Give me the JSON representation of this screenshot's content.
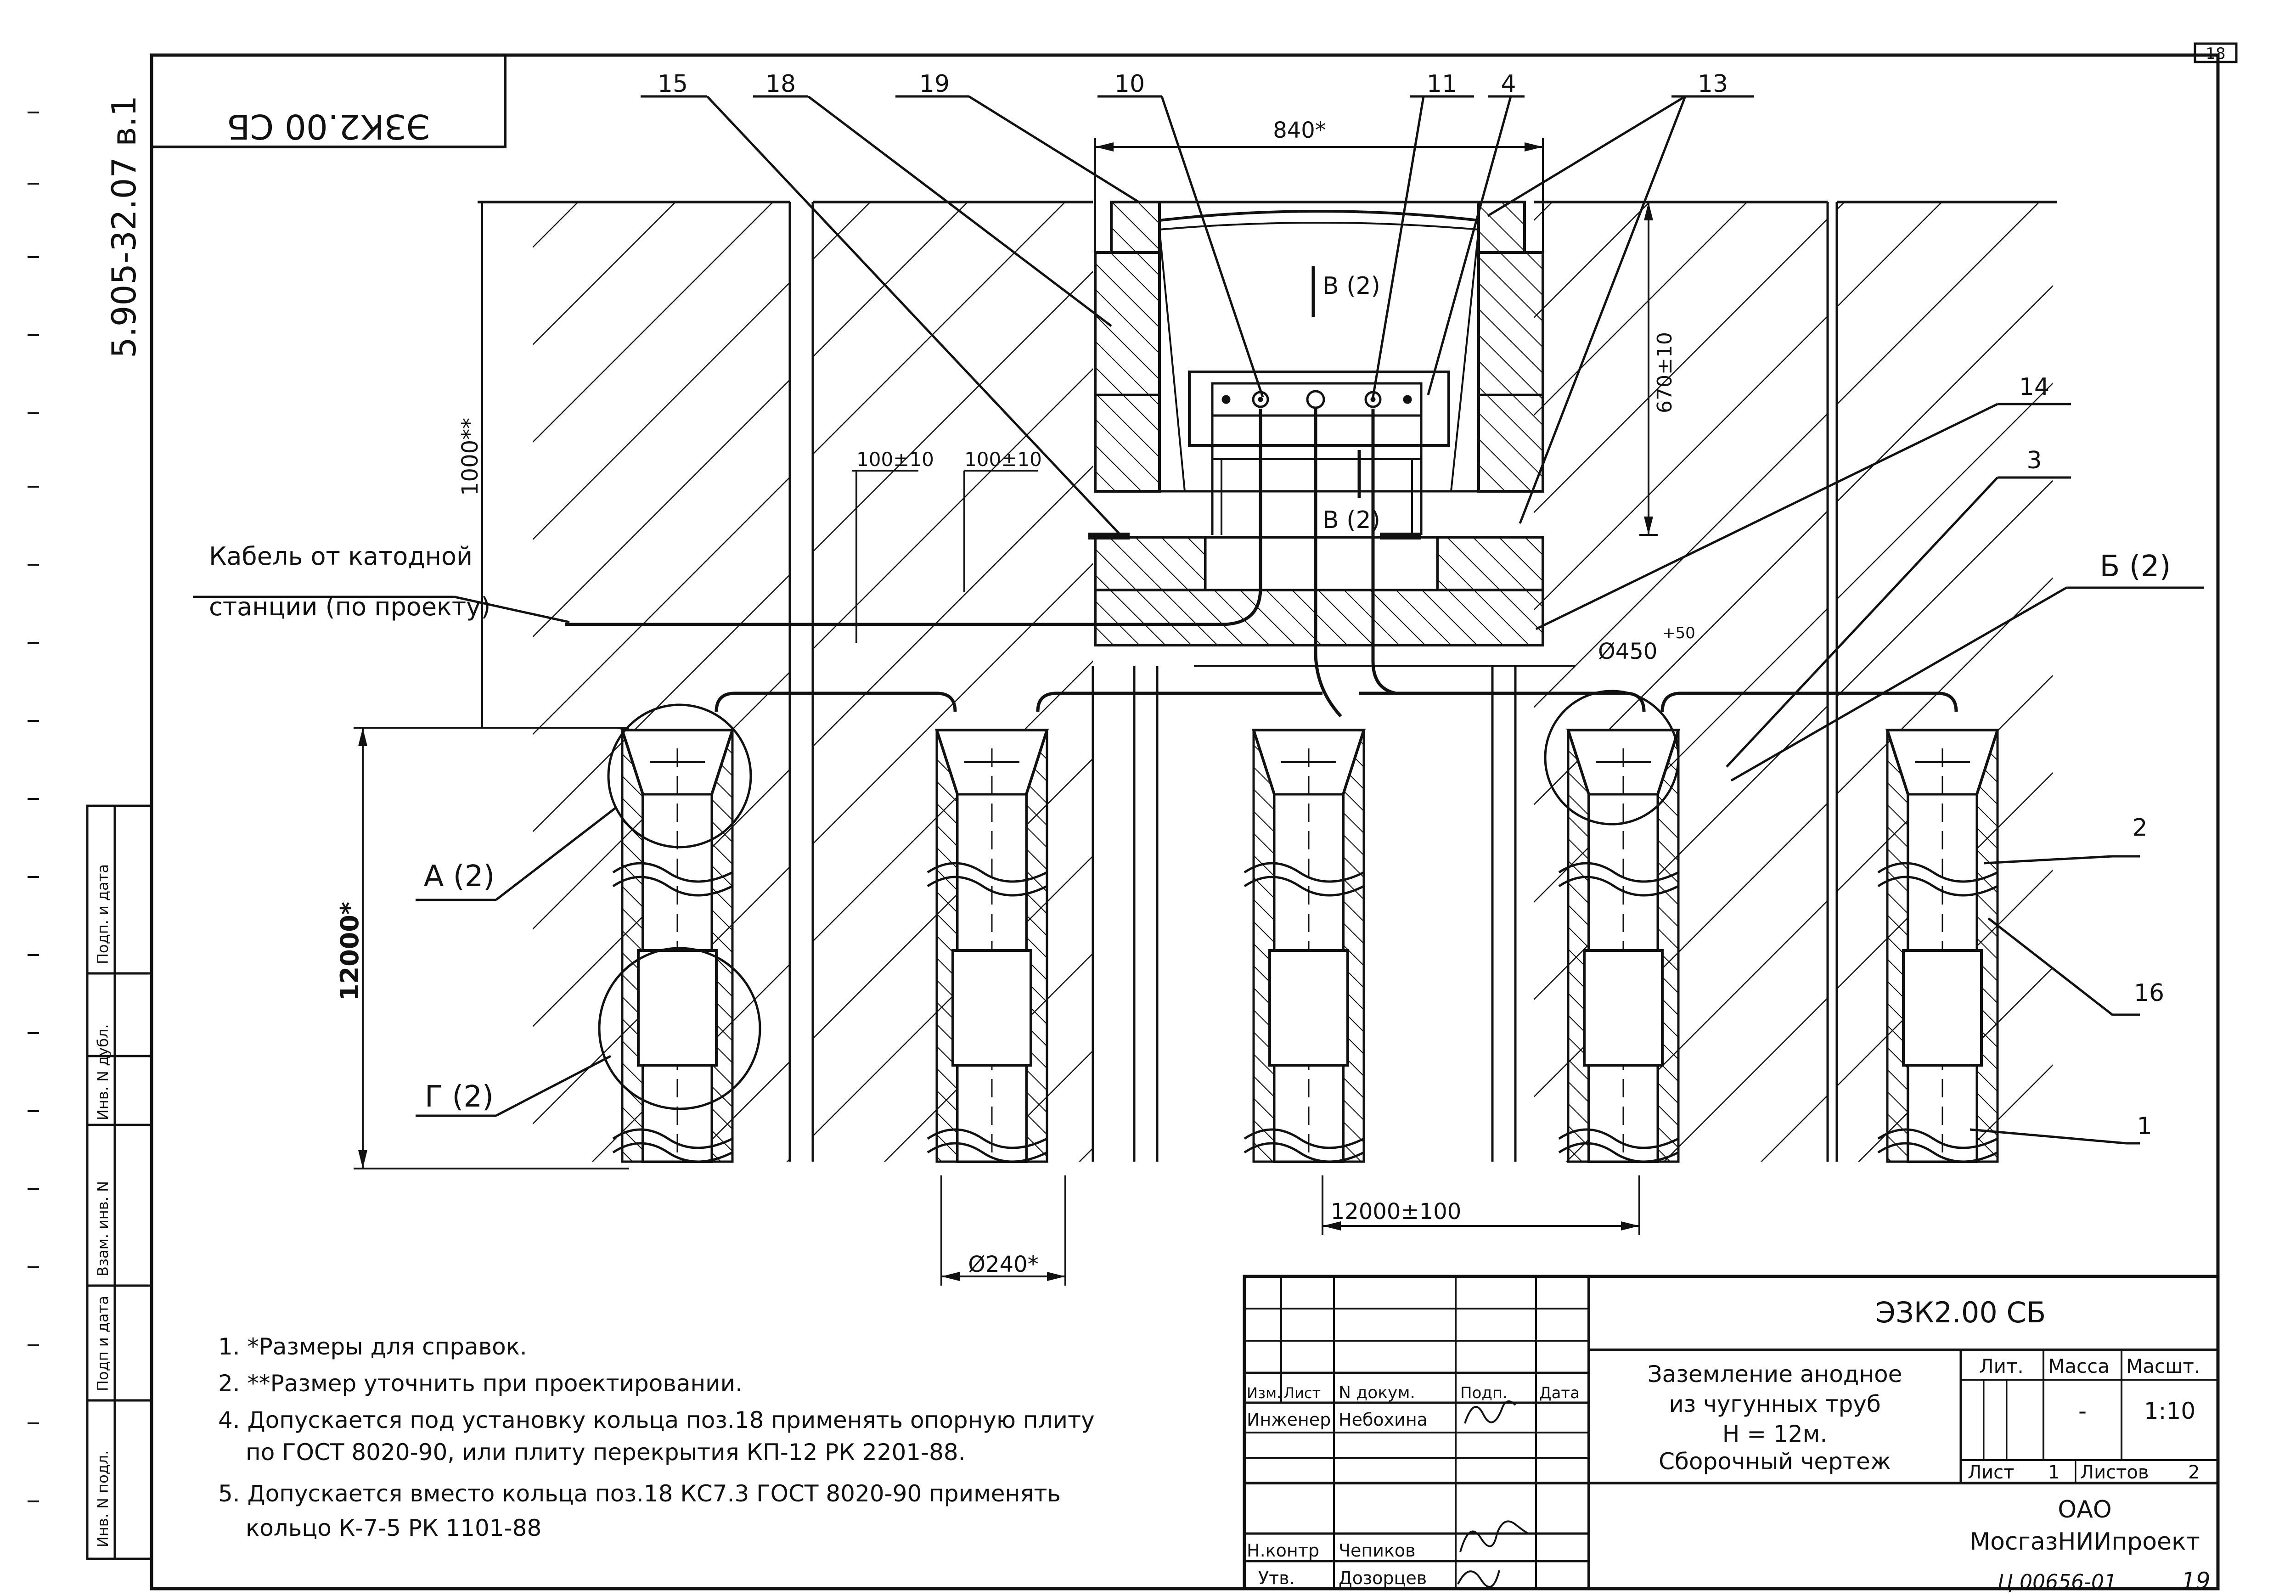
{
  "sheet_number_top": "18",
  "stamp_mirrored": "ЭЗК2.00 СБ",
  "side_code": "5.905-32.07  в.1",
  "labels": {
    "callouts_top": [
      "15",
      "18",
      "19",
      "10",
      "11",
      "4",
      "13"
    ],
    "callouts_right": [
      "14",
      "3",
      "Б (2)",
      "2",
      "16",
      "1"
    ],
    "view_a": "А (2)",
    "view_g": "Г (2)",
    "section_v_top": "В (2)",
    "section_v_bottom": "В (2)"
  },
  "dimensions": {
    "d840": "840*",
    "d670": "670±10",
    "d1000": "1000**",
    "d100a": "100±10",
    "d100b": "100±10",
    "d450": "Ø450",
    "d450_tol": "+50",
    "d12000_vertical": "12000*",
    "d240": "Ø240*",
    "d12000_h": "12000±100"
  },
  "cable_label": {
    "line1": "Кабель от катодной",
    "line2": "станции (по проекту)"
  },
  "notes": [
    "1. *Размеры для справок.",
    "2. **Размер уточнить при проектировании.",
    "4. Допускается под установку кольца поз.18 применять опорную плиту",
    "по ГОСТ 8020-90, или плиту перекрытия КП-12 РК 2201-88.",
    "5. Допускается вместо кольца поз.18  КС7.3 ГОСТ 8020-90 применять",
    "кольцо К-7-5 РК 1101-88"
  ],
  "left_strip": [
    "Инв. N подл.",
    "Подп и дата",
    "Взам. инв. N",
    "Инв. N дубл.",
    "Подп. и дата"
  ],
  "title_block": {
    "code": "ЭЗК2.00 СБ",
    "title": [
      "Заземление анодное",
      "из чугунных труб",
      "Н = 12м.",
      "Сборочный чертеж"
    ],
    "headers": {
      "izm": "Изм.",
      "list": "Лист",
      "ndoc": "N докум.",
      "podp": "Подп.",
      "data": "Дата"
    },
    "roles": [
      {
        "role": "Инженер",
        "name": "Небохина"
      },
      {
        "role": "Н.контр",
        "name": "Чепиков"
      },
      {
        "role": "Утв.",
        "name": "Дозорцев"
      }
    ],
    "lit": "Лит.",
    "massa": "Масса",
    "masshtab": "Масшт.",
    "massa_value": "-",
    "scale_value": "1:10",
    "sheet_label": "Лист",
    "sheet_value": "1",
    "sheets_label": "Листов",
    "sheets_value": "2",
    "org_line1": "ОАО",
    "org_line2": "МосгазНИИпроект",
    "archive_no": "Ц 00656-01",
    "archive_sheet": "19"
  }
}
